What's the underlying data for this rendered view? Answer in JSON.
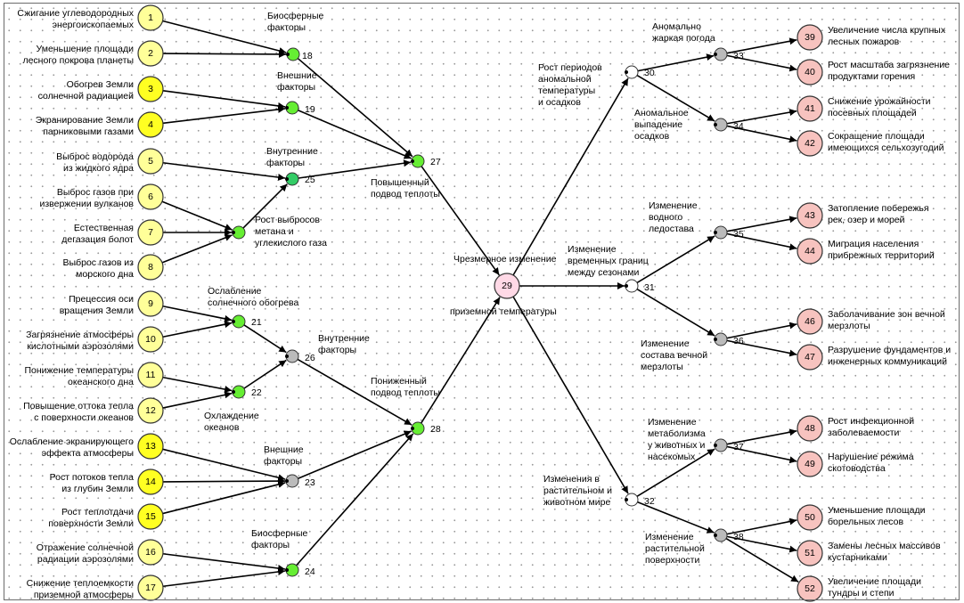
{
  "colors": {
    "input": "#ffff99",
    "input_bright": "#ffff22",
    "factor": "#66ee33",
    "factor_dark": "#33cc66",
    "junction": "#bbbbbb",
    "center": "#ffd9e6",
    "outcome": "#f7c3bf",
    "outcome_alt": "#ffcccc",
    "hub": "#ffffff",
    "line": "#000000"
  },
  "inputs": [
    {
      "id": "1",
      "label": "Сжигание углеводородных\nэнергоископаемых"
    },
    {
      "id": "2",
      "label": "Уменьшение площади\nлесного покрова планеты"
    },
    {
      "id": "3",
      "label": "Обогрев Земли\nсолнечной радиацией"
    },
    {
      "id": "4",
      "label": "Экранирование Земли\nпарниковыми газами"
    },
    {
      "id": "5",
      "label": "Выброс водорода\nиз жидкого ядра"
    },
    {
      "id": "6",
      "label": "Выброс газов при\nизвержении вулканов"
    },
    {
      "id": "7",
      "label": "Естественная\nдегазация болот"
    },
    {
      "id": "8",
      "label": "Выброс газов из\nморского дна"
    },
    {
      "id": "9",
      "label": "Прецессия оси\nвращения Земли"
    },
    {
      "id": "10",
      "label": "Загрязнение атмосферы\nкислотными аэрозолями"
    },
    {
      "id": "11",
      "label": "Понижение температуры\nокеанского дна"
    },
    {
      "id": "12",
      "label": "Повышение оттока тепла\nс поверхности океанов"
    },
    {
      "id": "13",
      "label": "Ослабление экранирующего\nэффекта атмосферы"
    },
    {
      "id": "14",
      "label": "Рост потоков тепла\nиз глубин Земли"
    },
    {
      "id": "15",
      "label": "Рост теплотдачи\nповерхности Земли"
    },
    {
      "id": "16",
      "label": "Отражение солнечной\nрадиации аэрозолями"
    },
    {
      "id": "17",
      "label": "Снижение теплоемкости\nприземной атмосферы"
    }
  ],
  "factors": [
    {
      "id": "18",
      "label": "Биосферные\nфакторы"
    },
    {
      "id": "19",
      "label": "Внешние\nфакторы"
    },
    {
      "id": "25",
      "label": "Внутренние\nфакторы"
    },
    {
      "id": "26",
      "label": "Рост выбросов\nметана и\nуглекислого газа"
    },
    {
      "id": "21",
      "label": "Ослабление\nсолнечного обогрева"
    },
    {
      "id": "26b",
      "label": "Внутренние\nфакторы"
    },
    {
      "id": "22",
      "label": "Охлаждение\nокеанов"
    },
    {
      "id": "23",
      "label": "Внешние\nфакторы"
    },
    {
      "id": "24",
      "label": "Биосферные\nфакторы"
    }
  ],
  "aggregates": [
    {
      "id": "27",
      "label": "Повышенный\nподвод теплоты"
    },
    {
      "id": "28",
      "label": "Пониженный\nподвод теплоты"
    }
  ],
  "center": {
    "id": "29",
    "label_top": "Чрезмерное изменение",
    "label_bottom": "приземной температуры"
  },
  "hubs": [
    {
      "id": "30",
      "label": "Рост периодов\nаномальной\nтемпературы\nи осадков"
    },
    {
      "id": "31",
      "label": "Изменение\nвременных границ\nмежду сезонами"
    },
    {
      "id": "32",
      "label": "Изменения в\nрастительном и\nживотном мире"
    }
  ],
  "branches": [
    {
      "id": "33",
      "label": "Аномально\nжаркая погода"
    },
    {
      "id": "34",
      "label": "Аномальное\nвыпадение\nосадков"
    },
    {
      "id": "35",
      "label": "Изменение\nводного\nледостава"
    },
    {
      "id": "36",
      "label": "Изменение\nсостава вечной\nмерзлоты"
    },
    {
      "id": "37",
      "label": "Изменение\nметаболизма\nу животных и\nнасекомых"
    },
    {
      "id": "38",
      "label": "Изменение\nрастительной\nповерхности"
    }
  ],
  "outcomes": [
    {
      "id": "39",
      "label": "Увеличение числа крупных\nлесных пожаров"
    },
    {
      "id": "40",
      "label": "Рост масштаба загрязнение\nпродуктами горения"
    },
    {
      "id": "41",
      "label": "Снижение урожайности\nпосевных площадей"
    },
    {
      "id": "42",
      "label": "Сокращение площади\nимеющихся сельхозугодий"
    },
    {
      "id": "43",
      "label": "Затопление побережья\nрек, озер и морей"
    },
    {
      "id": "44",
      "label": "Миграция населения\nприбрежных территорий"
    },
    {
      "id": "46",
      "label": "Заболачивание зон вечной\nмерзлоты"
    },
    {
      "id": "47",
      "label": "Разрушение фундаментов и\nинженерных коммуникаций"
    },
    {
      "id": "48",
      "label": "Рост инфекционной\nзаболеваемости"
    },
    {
      "id": "49",
      "label": "Нарушение режима\nскотоводства"
    },
    {
      "id": "50",
      "label": "Уменьшение площади\nборельных лесов"
    },
    {
      "id": "51",
      "label": "Замены лесных массивов\nкустарниками"
    },
    {
      "id": "52",
      "label": "Увеличение площади\nтундры и степи"
    }
  ],
  "edges": [
    [
      "1",
      "18"
    ],
    [
      "2",
      "18"
    ],
    [
      "3",
      "19"
    ],
    [
      "4",
      "19"
    ],
    [
      "5",
      "25"
    ],
    [
      "6",
      "n20"
    ],
    [
      "7",
      "n20"
    ],
    [
      "8",
      "n20"
    ],
    [
      "n20",
      "25"
    ],
    [
      "18",
      "27"
    ],
    [
      "19",
      "27"
    ],
    [
      "25",
      "27"
    ],
    [
      "9",
      "21"
    ],
    [
      "10",
      "21"
    ],
    [
      "11",
      "22"
    ],
    [
      "12",
      "22"
    ],
    [
      "21",
      "26"
    ],
    [
      "22",
      "26"
    ],
    [
      "13",
      "23"
    ],
    [
      "14",
      "23"
    ],
    [
      "15",
      "23"
    ],
    [
      "16",
      "24"
    ],
    [
      "17",
      "24"
    ],
    [
      "26",
      "28"
    ],
    [
      "23",
      "28"
    ],
    [
      "24",
      "28"
    ],
    [
      "27",
      "29"
    ],
    [
      "28",
      "29"
    ],
    [
      "29",
      "30"
    ],
    [
      "29",
      "31"
    ],
    [
      "29",
      "32"
    ],
    [
      "30",
      "33"
    ],
    [
      "30",
      "34"
    ],
    [
      "31",
      "35"
    ],
    [
      "31",
      "36"
    ],
    [
      "32",
      "37"
    ],
    [
      "32",
      "38"
    ],
    [
      "33",
      "39"
    ],
    [
      "33",
      "40"
    ],
    [
      "34",
      "41"
    ],
    [
      "34",
      "42"
    ],
    [
      "35",
      "43"
    ],
    [
      "35",
      "44"
    ],
    [
      "36",
      "46"
    ],
    [
      "36",
      "47"
    ],
    [
      "37",
      "48"
    ],
    [
      "37",
      "49"
    ],
    [
      "38",
      "50"
    ],
    [
      "38",
      "51"
    ],
    [
      "38",
      "52"
    ]
  ]
}
